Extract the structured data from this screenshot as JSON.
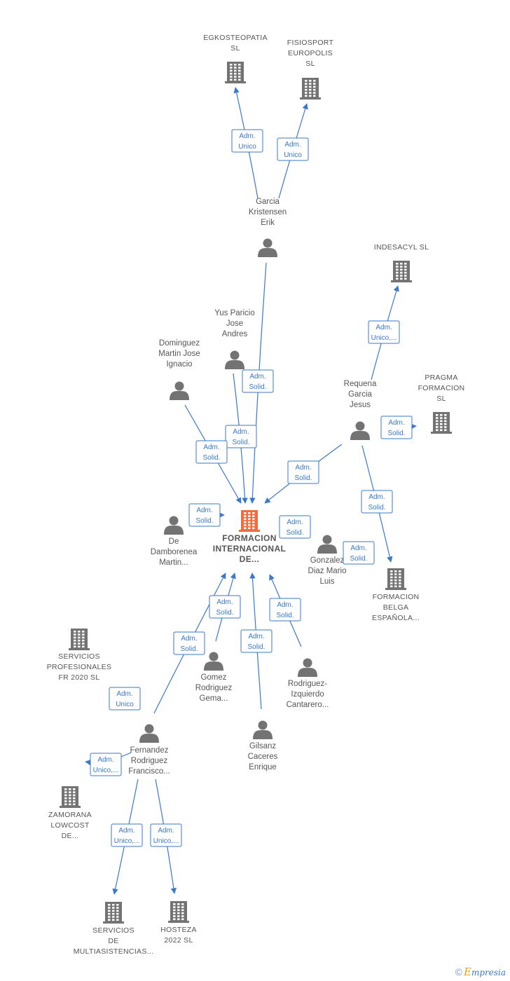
{
  "nodes": [
    {
      "id": "egk",
      "type": "company",
      "lines": [
        "EGKOSTEOPATIA",
        "SL"
      ]
    },
    {
      "id": "fisio",
      "type": "company",
      "lines": [
        "FISIOSPORT",
        "EUROPOLIS",
        "SL"
      ]
    },
    {
      "id": "garcia",
      "type": "person",
      "lines": [
        "Garcia",
        "Kristensen",
        "Erik"
      ]
    },
    {
      "id": "indesacyl",
      "type": "company",
      "lines": [
        "INDESACYL  SL"
      ]
    },
    {
      "id": "yus",
      "type": "person",
      "lines": [
        "Yus Paricio",
        "Jose",
        "Andres"
      ]
    },
    {
      "id": "dominguez",
      "type": "person",
      "lines": [
        "Dominguez",
        "Martin Jose",
        "Ignacio"
      ]
    },
    {
      "id": "requena",
      "type": "person",
      "lines": [
        "Requena",
        "Garcia",
        "Jesus"
      ]
    },
    {
      "id": "pragma",
      "type": "company",
      "lines": [
        "PRAGMA",
        "FORMACION",
        "SL"
      ]
    },
    {
      "id": "focus",
      "type": "focus",
      "lines": [
        "FORMACION",
        "INTERNACIONAL",
        "DE..."
      ]
    },
    {
      "id": "damborenea",
      "type": "person",
      "lines": [
        "De",
        "Damborenea",
        "Martin..."
      ]
    },
    {
      "id": "gonzalez",
      "type": "person",
      "lines": [
        "Gonzalez",
        "Diaz Mario",
        "Luis"
      ]
    },
    {
      "id": "belga",
      "type": "company",
      "lines": [
        "FORMACION",
        "BELGA",
        "ESPAÑOLA..."
      ]
    },
    {
      "id": "servprof",
      "type": "company",
      "lines": [
        "SERVICIOS",
        "PROFESIONALES",
        "FR 2020  SL"
      ]
    },
    {
      "id": "gomez",
      "type": "person",
      "lines": [
        "Gomez",
        "Rodriguez",
        "Gema..."
      ]
    },
    {
      "id": "rodriguez",
      "type": "person",
      "lines": [
        "Rodriguez-",
        "Izquierdo",
        "Cantarero..."
      ]
    },
    {
      "id": "fernandez",
      "type": "person",
      "lines": [
        "Fernandez",
        "Rodriguez",
        "Francisco..."
      ]
    },
    {
      "id": "gilsanz",
      "type": "person",
      "lines": [
        "Gilsanz",
        "Caceres",
        "Enrique"
      ]
    },
    {
      "id": "zamorana",
      "type": "company",
      "lines": [
        "ZAMORANA",
        "LOWCOST",
        "DE..."
      ]
    },
    {
      "id": "servmulti",
      "type": "company",
      "lines": [
        "SERVICIOS",
        "DE",
        "MULTIASISTENCIAS..."
      ]
    },
    {
      "id": "hosteza",
      "type": "company",
      "lines": [
        "HOSTEZA",
        "2022  SL"
      ]
    }
  ],
  "edges": [
    {
      "from": "garcia",
      "to": "egk",
      "label": [
        "Adm.",
        "Unico"
      ]
    },
    {
      "from": "garcia",
      "to": "fisio",
      "label": [
        "Adm.",
        "Unico"
      ]
    },
    {
      "from": "garcia",
      "to": "focus",
      "label": [
        "Adm.",
        "Solid."
      ]
    },
    {
      "from": "yus",
      "to": "focus",
      "label": [
        "Adm.",
        "Solid."
      ]
    },
    {
      "from": "dominguez",
      "to": "focus",
      "label": [
        "Adm.",
        "Solid."
      ]
    },
    {
      "from": "damborenea",
      "to": "focus",
      "label": [
        "Adm.",
        "Solid."
      ]
    },
    {
      "from": "requena",
      "to": "indesacyl",
      "label": [
        "Adm.",
        "Unico,..."
      ]
    },
    {
      "from": "requena",
      "to": "pragma",
      "label": [
        "Adm.",
        "Solid."
      ]
    },
    {
      "from": "requena",
      "to": "focus",
      "label": [
        "Adm.",
        "Solid."
      ]
    },
    {
      "from": "requena",
      "to": "belga",
      "label": [
        "Adm.",
        "Solid."
      ]
    },
    {
      "from": "gonzalez",
      "to": "focus",
      "label": [
        "Adm.",
        "Solid."
      ]
    },
    {
      "from": "gonzalez",
      "to": "belga",
      "label": [
        "Adm.",
        "Solid."
      ]
    },
    {
      "from": "gomez",
      "to": "focus",
      "label": [
        "Adm.",
        "Solid."
      ]
    },
    {
      "from": "fernandez",
      "to": "focus",
      "label": [
        "Adm.",
        "Solid."
      ]
    },
    {
      "from": "gilsanz",
      "to": "focus",
      "label": [
        "Adm.",
        "Solid."
      ]
    },
    {
      "from": "rodriguez",
      "to": "focus",
      "label": [
        "Adm.",
        "Solid."
      ]
    },
    {
      "from": "fernandez",
      "to": "servprof",
      "label": [
        "Adm.",
        "Unico"
      ]
    },
    {
      "from": "fernandez",
      "to": "zamorana",
      "label": [
        "Adm.",
        "Unico,..."
      ]
    },
    {
      "from": "fernandez",
      "to": "servmulti",
      "label": [
        "Adm.",
        "Unico,..."
      ]
    },
    {
      "from": "fernandez",
      "to": "hosteza",
      "label": [
        "Adm.",
        "Unico,..."
      ]
    }
  ],
  "colors": {
    "edge": "#3a78c9",
    "node": "#737373",
    "focus": "#f26b3a",
    "label": "#555555"
  },
  "footer": {
    "copyright": "©",
    "brand_initial": "E",
    "brand_rest": "mpresia"
  }
}
